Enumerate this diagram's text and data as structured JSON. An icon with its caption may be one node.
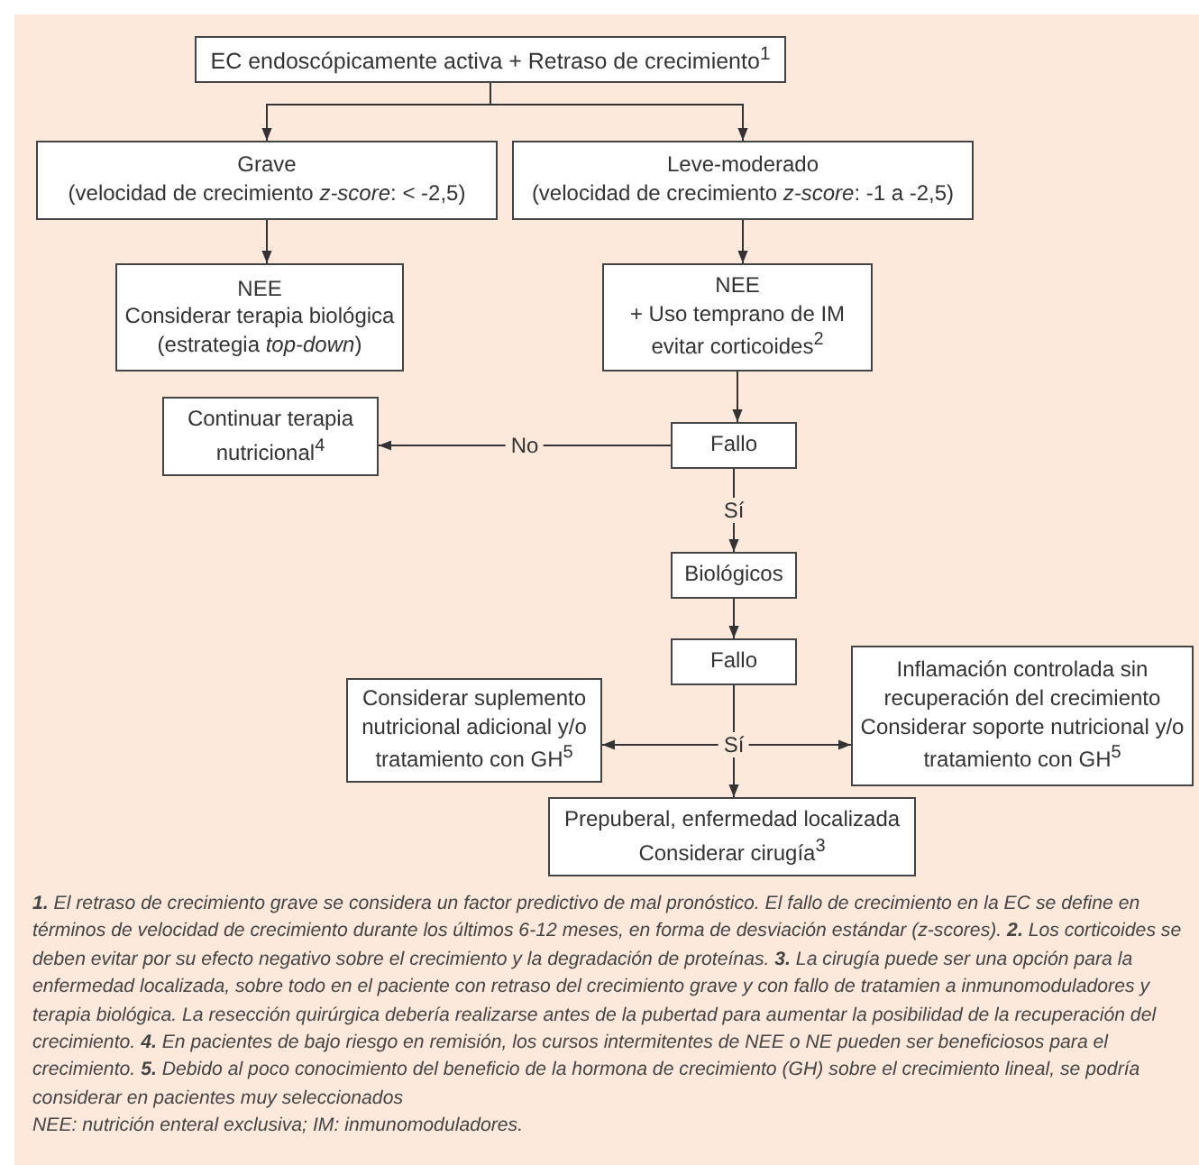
{
  "diagram": {
    "nodes": [
      {
        "text": [
          "EC endoscópicamente activa + Retraso de crecimiento$^{1}$"
        ]
      },
      {
        "text": [
          "Grave",
          "(velocidad de crecimiento *z-score*: < -2,5)"
        ]
      },
      {
        "text": [
          "Leve-moderado",
          "(velocidad de crecimiento *z-score*: -1 a -2,5)"
        ]
      },
      {
        "text": [
          "NEE",
          "Considerar terapia biológica",
          "(estrategia *top-down*)"
        ]
      },
      {
        "text": [
          "NEE",
          "+ Uso temprano de IM",
          "evitar corticoides$^{2}$"
        ]
      },
      {
        "text": [
          "Continuar terapia nutricional$^{4}$"
        ]
      },
      {
        "text": [
          "Fallo"
        ]
      },
      {
        "text": [
          "Biológicos"
        ]
      },
      {
        "text": [
          "Fallo"
        ]
      },
      {
        "text": [
          "Considerar suplemento nutricional adicional y/o tratamiento con GH$^{5}$"
        ]
      },
      {
        "text": [
          "Inflamación controlada sin recuperación del crecimiento",
          "Considerar soporte nutricional y/o tratamiento con GH$^{5}$"
        ]
      },
      {
        "text": [
          "Prepuberal, enfermedad localizada",
          "Considerar cirugía$^{3}$"
        ]
      }
    ],
    "edges": [
      {
        "from": 0,
        "to": 1,
        "arrow": "to"
      },
      {
        "from": 0,
        "to": 2,
        "arrow": "to"
      },
      {
        "from": 1,
        "to": 3,
        "arrow": "to"
      },
      {
        "from": 2,
        "to": 4,
        "arrow": "to"
      },
      {
        "from": 4,
        "to": 6,
        "arrow": "to"
      },
      {
        "from": 6,
        "to": 5,
        "arrow": "to",
        "label": "No"
      },
      {
        "from": 6,
        "to": 7,
        "arrow": "to",
        "label": "Sí"
      },
      {
        "from": 7,
        "to": 8,
        "arrow": "to"
      },
      {
        "from": 8,
        "to": 9,
        "arrow": "to"
      },
      {
        "from": 8,
        "to": 10,
        "arrow": "to"
      },
      {
        "from": 8,
        "to": 11,
        "arrow": "to",
        "label": "Sí"
      }
    ],
    "labels": [
      "**1.** El retraso de crecimiento grave se considera un factor predictivo de mal pronóstico. El fallo de crecimiento en la EC se define en términos de velocidad de crecimiento durante los últimos 6-12 meses, en forma de desviación estándar (z-scores). **2.** Los corticoides se deben evitar por su efecto negativo sobre el crecimiento y la degradación de proteínas. **3.** La cirugía puede ser una opción para la enfermedad localizada, sobre todo en el paciente con retraso del crecimiento grave y con fallo de tratamien a inmunomoduladores y terapia biológica. La resección quirúrgica debería realizarse antes de la pubertad para aumentar la posibilidad de la recuperación del crecimiento. **4.** En pacientes de bajo riesgo en remisión, los cursos intermitentes de NEE o NE pueden ser beneficiosos para el crecimiento. **5.** Debido al poco conocimiento del beneficio de la hormona de crecimiento (GH) sobre el crecimiento lineal, se podría considerar en pacientes muy seleccionados",
      "NEE: nutrición enteral exclusiva; IM: inmunomoduladores."
    ]
  }
}
